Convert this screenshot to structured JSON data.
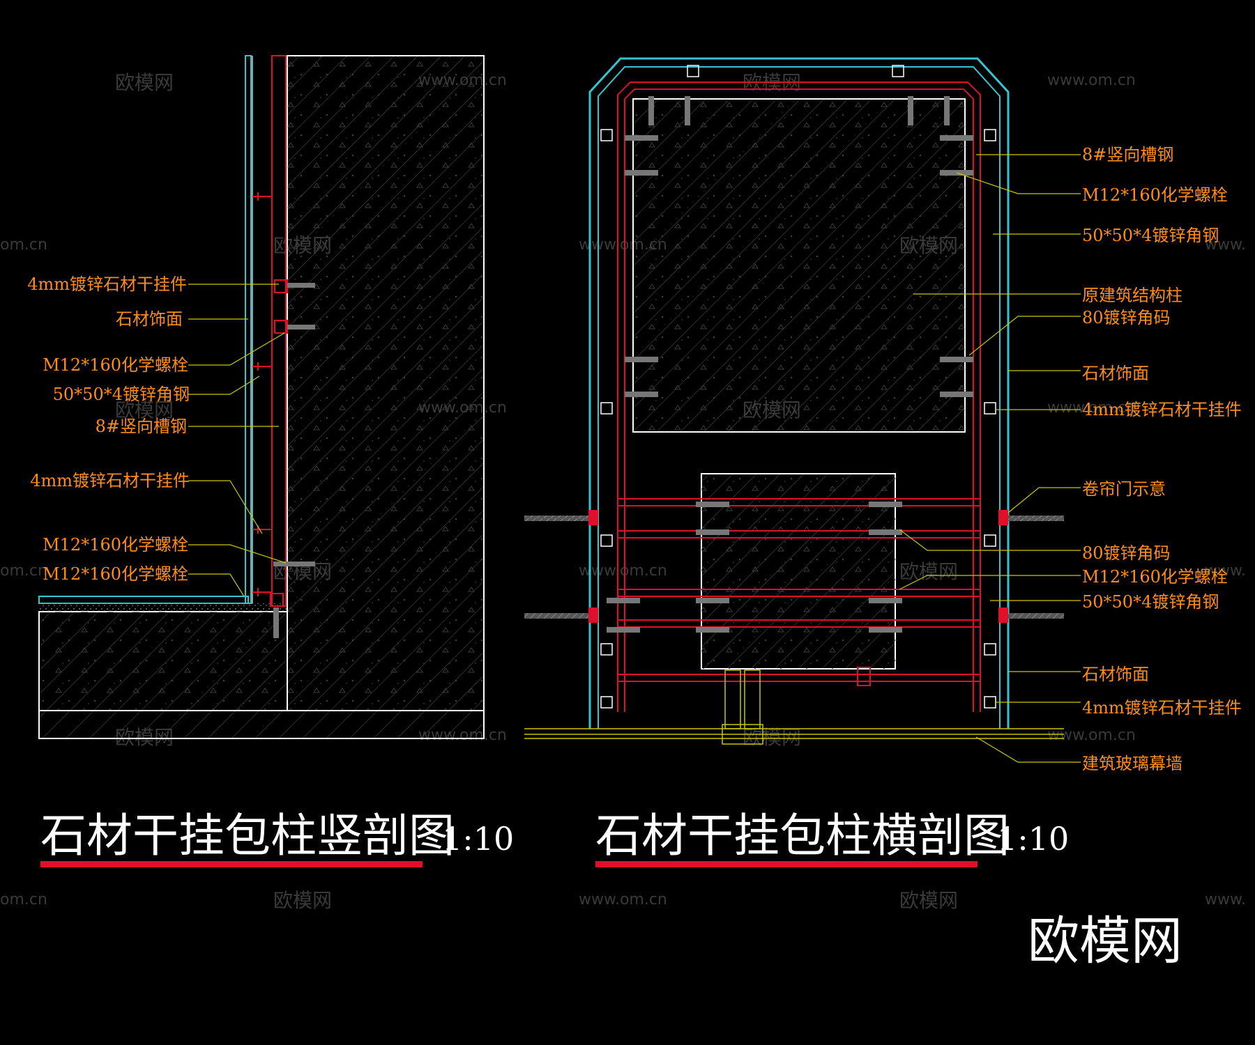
{
  "colors": {
    "background": "#000000",
    "label": "#ff8c1a",
    "leader": "#c8c800",
    "stone_face": "#33c6d1",
    "steel": "#e0102a",
    "concrete_outline": "#ffffff",
    "hatch": "#5a5a5a",
    "title_underline": "#e0102a",
    "glass": "#c8c800"
  },
  "vertical_section": {
    "title": "石材干挂包柱竖剖图",
    "scale": "1:10",
    "labels": [
      "4mm镀锌石材干挂件",
      "石材饰面",
      "M12*160化学螺栓",
      "50*50*4镀锌角钢",
      "8#竖向槽钢",
      "4mm镀锌石材干挂件",
      "M12*160化学螺栓",
      "M12*160化学螺栓"
    ]
  },
  "horizontal_section": {
    "title": "石材干挂包柱横剖图",
    "scale": "1:10",
    "labels": [
      "8#竖向槽钢",
      "M12*160化学螺栓",
      "50*50*4镀锌角钢",
      "原建筑结构柱",
      "80镀锌角码",
      "石材饰面",
      "4mm镀锌石材干挂件",
      "卷帘门示意",
      "80镀锌角码",
      "M12*160化学螺栓",
      "50*50*4镀锌角钢",
      "石材饰面",
      "4mm镀锌石材干挂件",
      "建筑玻璃幕墙"
    ]
  },
  "watermarks": {
    "brand": "欧模网",
    "url": "www.om.cn",
    "url_partial": "om.cn",
    "url_prefix": "www."
  },
  "logo": "欧模网"
}
